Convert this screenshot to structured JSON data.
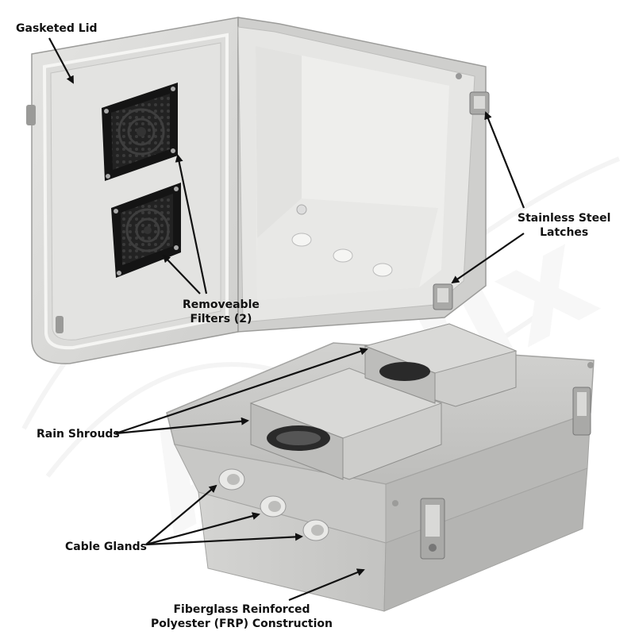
{
  "callouts": {
    "gasketed_lid": "Gasketed Lid",
    "stainless_latches_line1": "Stainless Steel",
    "stainless_latches_line2": "Latches",
    "removeable_filters_line1": "Removeable",
    "removeable_filters_line2": "Filters (2)",
    "rain_shrouds": "Rain Shrouds",
    "cable_glands": "Cable Glands",
    "frp_line1": "Fiberglass Reinforced",
    "frp_line2": "Polyester (FRP) Construction"
  },
  "colors": {
    "enclosure_gray": "#d6d6d4",
    "enclosure_light": "#ebebe9",
    "enclosure_shadow": "#b9b9b7",
    "filter_black": "#1c1c1c",
    "shroud_gray": "#c9c9c7",
    "metal": "#a8a8a8",
    "watermark": "#efefef",
    "annotation": "#111111"
  },
  "watermark_brand": "Altelix"
}
